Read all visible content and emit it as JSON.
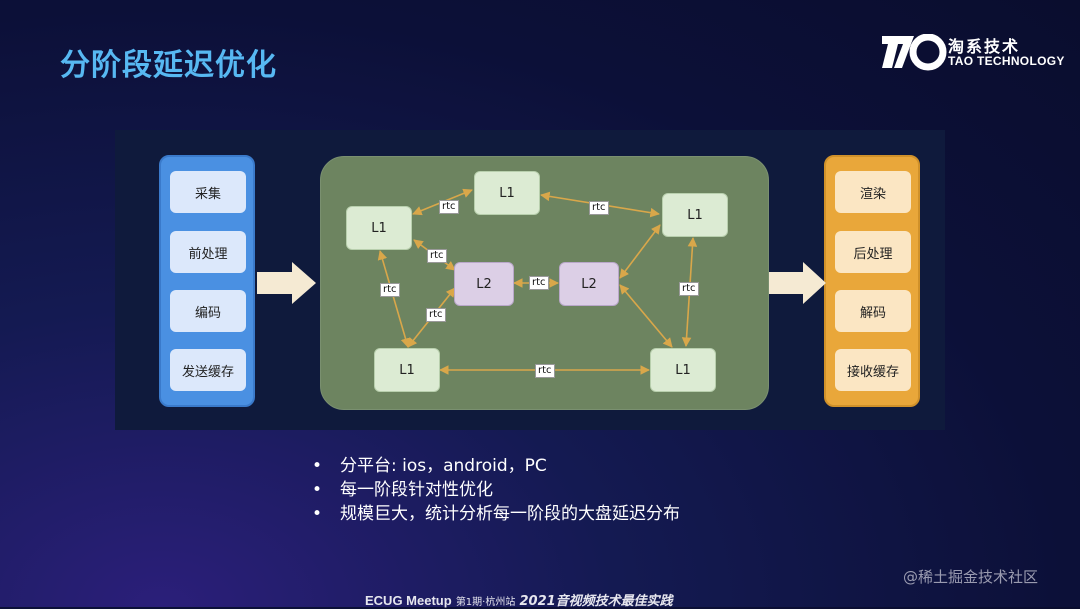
{
  "title": "分阶段延迟优化",
  "logo": {
    "cn": "淘系技术",
    "en": "TAO TECHNOLOGY"
  },
  "left_stages": [
    "采集",
    "前处理",
    "编码",
    "发送缓存"
  ],
  "right_stages": [
    "渲染",
    "后处理",
    "解码",
    "接收缓存"
  ],
  "nodes": {
    "l1_top_left": "L1",
    "l1_top_mid": "L1",
    "l1_top_right": "L1",
    "l2_left": "L2",
    "l2_right": "L2",
    "l1_bottom_left": "L1",
    "l1_bottom_right": "L1"
  },
  "link_label": "rtc",
  "bullets": [
    "分平台: ios，android，PC",
    "每一阶段针对性优化",
    "规模巨大，统计分析每一阶段的大盘延迟分布"
  ],
  "watermark": "@稀土掘金技术社区",
  "footer": {
    "brand": "ECUG Meetup",
    "sub": "第1期·杭州站",
    "event": "2021音视频技术最佳实践"
  },
  "colors": {
    "title": "#57b8f2",
    "left_column": "#4a90e2",
    "right_column": "#e9a73a",
    "center_block": "#6d8460",
    "l1_node": "#dcebd3",
    "l2_node": "#dccfe6",
    "connector": "#d9a74a",
    "big_arrow": "#f5ead3"
  },
  "icons": [
    "tao-logo-icon",
    "right-arrow-icon"
  ]
}
